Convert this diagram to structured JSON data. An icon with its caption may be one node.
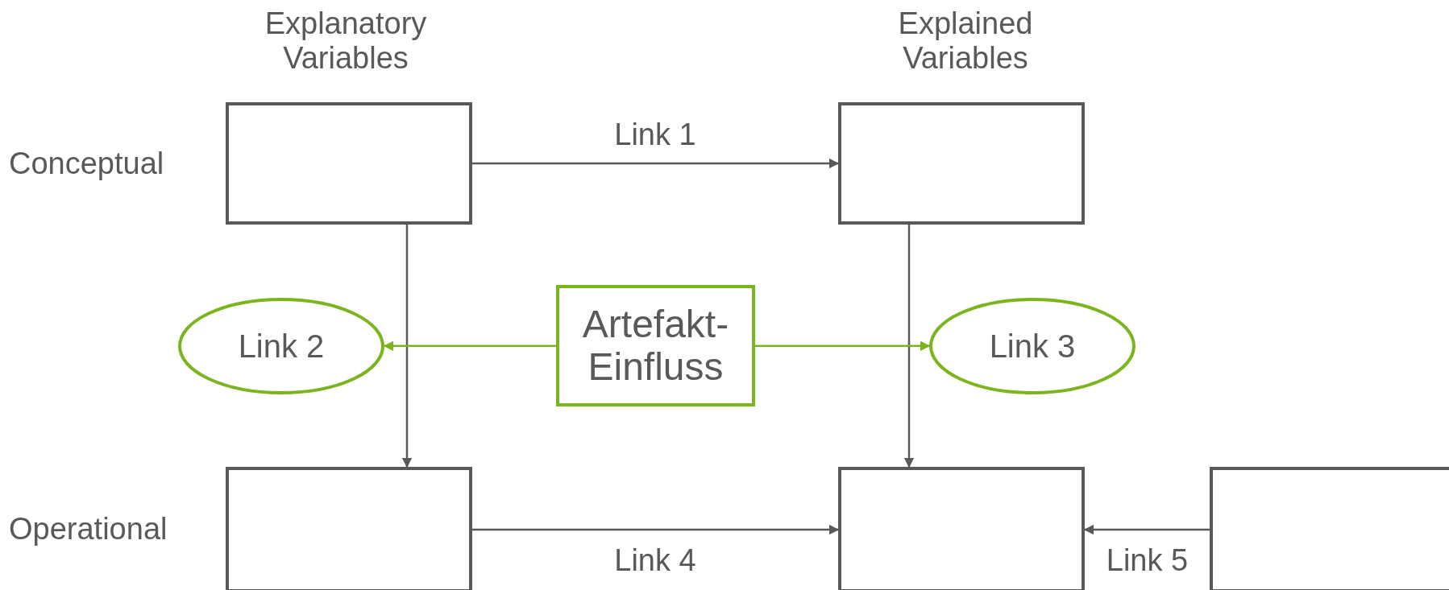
{
  "diagram": {
    "nodes": [
      {
        "text": [],
        "shape": "box"
      },
      {
        "text": [],
        "shape": "box"
      },
      {
        "text": [
          "Link 2"
        ]
      },
      {
        "text": [
          "Artefakt-Einfluss"
        ]
      },
      {
        "text": [
          "Link 3"
        ]
      },
      {
        "text": [],
        "shape": "box"
      },
      {
        "text": [],
        "shape": "box"
      },
      {
        "text": [],
        "shape": "box"
      }
    ],
    "edges": [
      {
        "from": 0,
        "to": 1,
        "arrow": "to",
        "label": "Link 1"
      },
      {
        "from": 0,
        "to": 5,
        "arrow": "to"
      },
      {
        "from": 1,
        "to": 6,
        "arrow": "to"
      },
      {
        "from": 3,
        "to": 2,
        "arrow": "to",
        "color": "#7ab51d"
      },
      {
        "from": 3,
        "to": 4,
        "arrow": "to",
        "color": "#7ab51d"
      },
      {
        "from": 5,
        "to": 6,
        "arrow": "to",
        "label": "Link 4"
      },
      {
        "from": 7,
        "to": 6,
        "arrow": "to",
        "label": "Link 5"
      }
    ],
    "labels": [
      "Explanatory Variables",
      "Explained Variables",
      "Conceptual",
      "Operational"
    ]
  }
}
